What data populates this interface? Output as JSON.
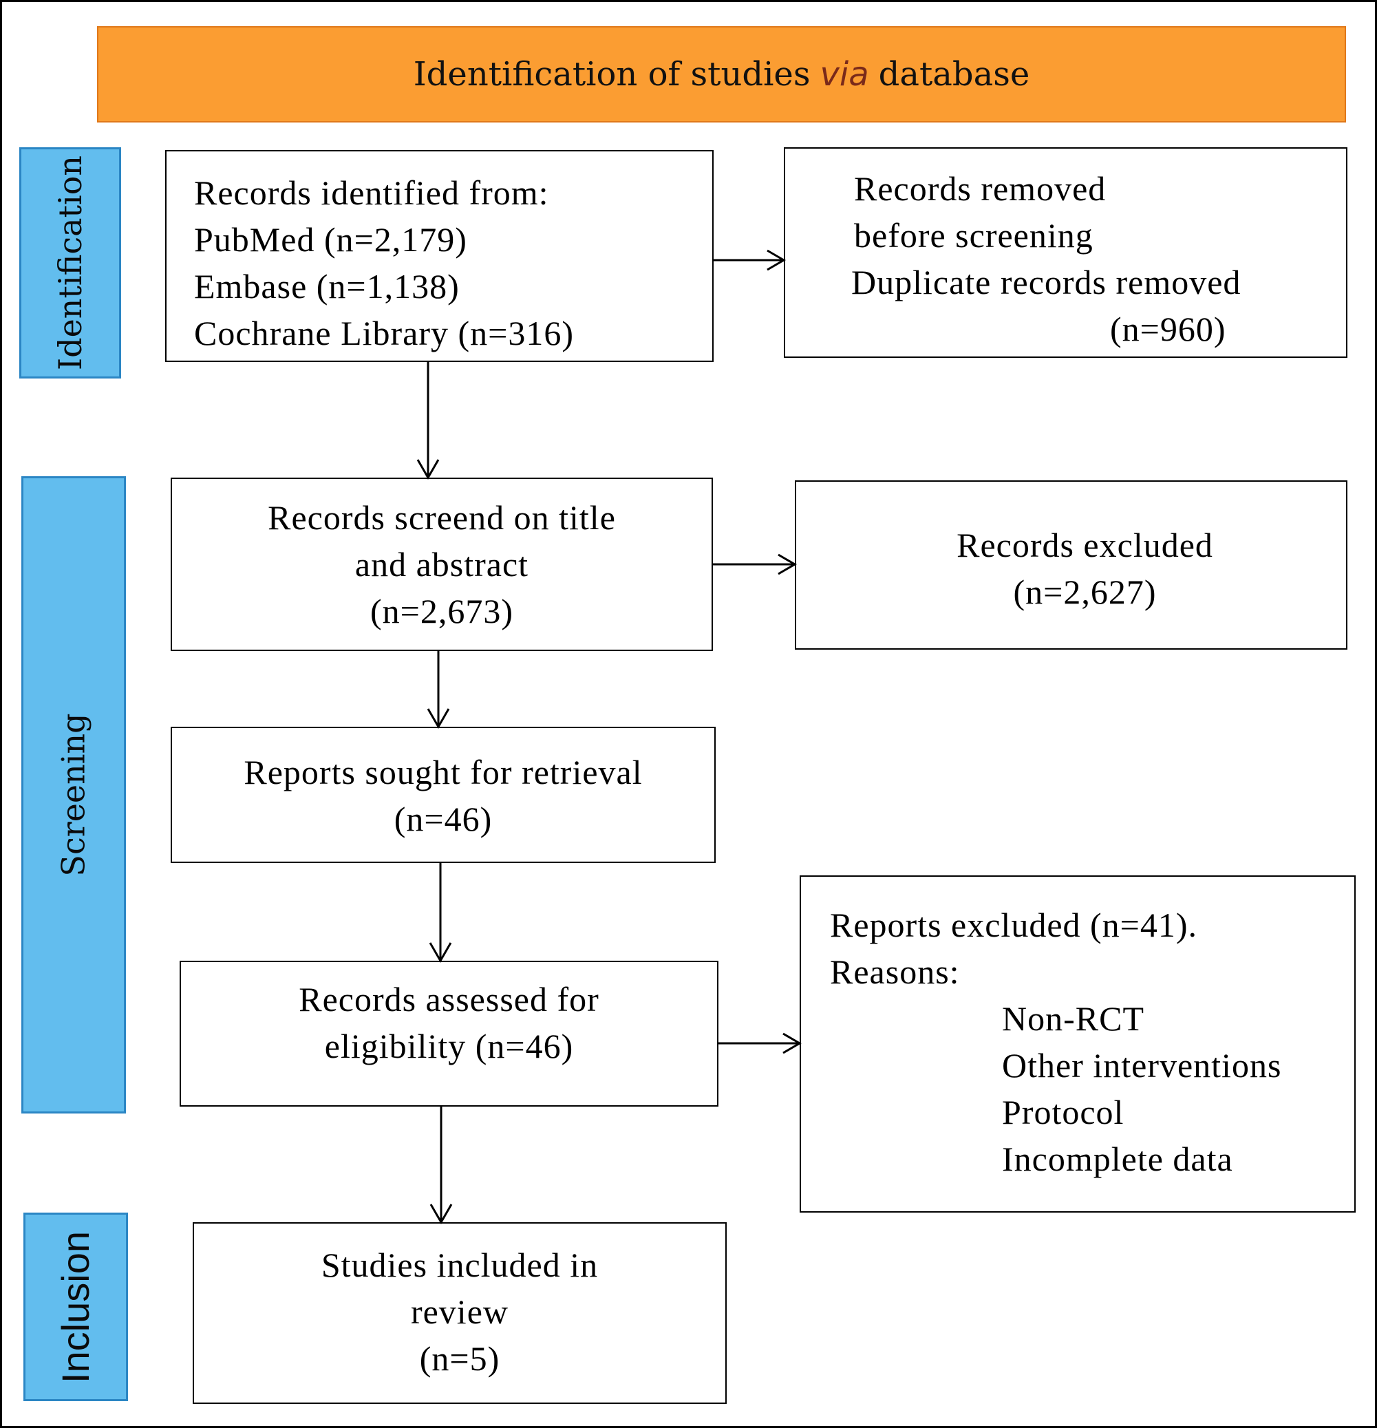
{
  "header": {
    "pre": "Identification of studies",
    "via": "via",
    "post": "database"
  },
  "phases": {
    "identification": "Identification",
    "screening": "Screening",
    "inclusion": "Inclusion"
  },
  "boxes": {
    "records_identified": [
      "Records identified from:",
      "PubMed (n=2,179)",
      "Embase (n=1,138)",
      "Cochrane Library (n=316)"
    ],
    "records_removed": [
      "Records removed",
      "before screening",
      "Duplicate records removed",
      "(n=960)"
    ],
    "records_screened": [
      "Records screend on title",
      "and abstract",
      "(n=2,673)"
    ],
    "records_excluded": [
      "Records excluded",
      "(n=2,627)"
    ],
    "reports_sought": [
      "Reports sought for retrieval",
      "(n=46)"
    ],
    "records_assessed": [
      "Records assessed for",
      "eligibility (n=46)"
    ],
    "reports_excluded": {
      "title": "Reports excluded (n=41).",
      "reasons_label": "Reasons:",
      "reasons": [
        "Non-RCT",
        "Other interventions",
        "Protocol",
        "Incomplete data"
      ]
    },
    "studies_included": [
      "Studies included in",
      "review",
      "(n=5)"
    ]
  }
}
